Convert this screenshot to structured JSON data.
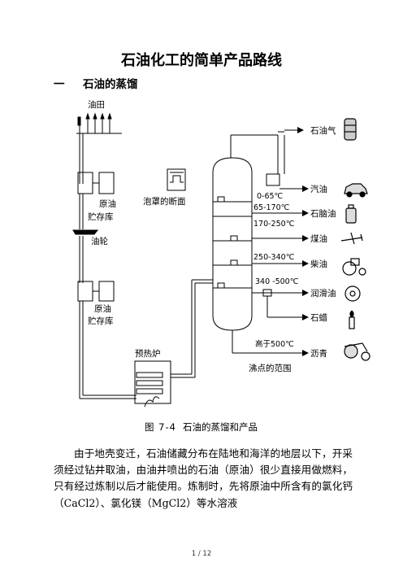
{
  "title": "石油化工的简单产品路线",
  "section": {
    "number": "一",
    "heading": "石油的蒸馏"
  },
  "figure": {
    "oilfield": "油田",
    "storage_top_1": "原油",
    "storage_top_2": "贮存库",
    "tanker": "油轮",
    "storage_bottom_1": "原油",
    "storage_bottom_2": "贮存库",
    "furnace": "预热炉",
    "bubble_cap": "泡罩的断面",
    "temp_1": "0-65℃",
    "temp_2": "65-170℃",
    "temp_3": "170-250℃",
    "temp_4": "250-340℃",
    "temp_5": "340 -500℃",
    "temp_6": "高于500℃",
    "boiling_range": "沸点的范围",
    "prod_gas": "石油气",
    "prod_gasoline": "汽油",
    "prod_naphtha": "石脑油",
    "prod_kerosene": "煤油",
    "prod_diesel": "柴油",
    "prod_lube": "润滑油",
    "prod_wax": "石蜡",
    "prod_asphalt": "沥青",
    "caption_num": "图  7-4",
    "caption_text": "石油的蒸馏和产品"
  },
  "paragraph": "由于地壳变迁，石油储藏分布在陆地和海洋的地层以下，开采须经过钻井取油，由油井喷出的石油（原油）很少直接用做燃料，只有经过炼制以后才能使用。炼制时，先将原油中所含有的氯化钙（CaCl2）、氯化镁（MgCl2）等水溶液",
  "footer": "1  /  12"
}
